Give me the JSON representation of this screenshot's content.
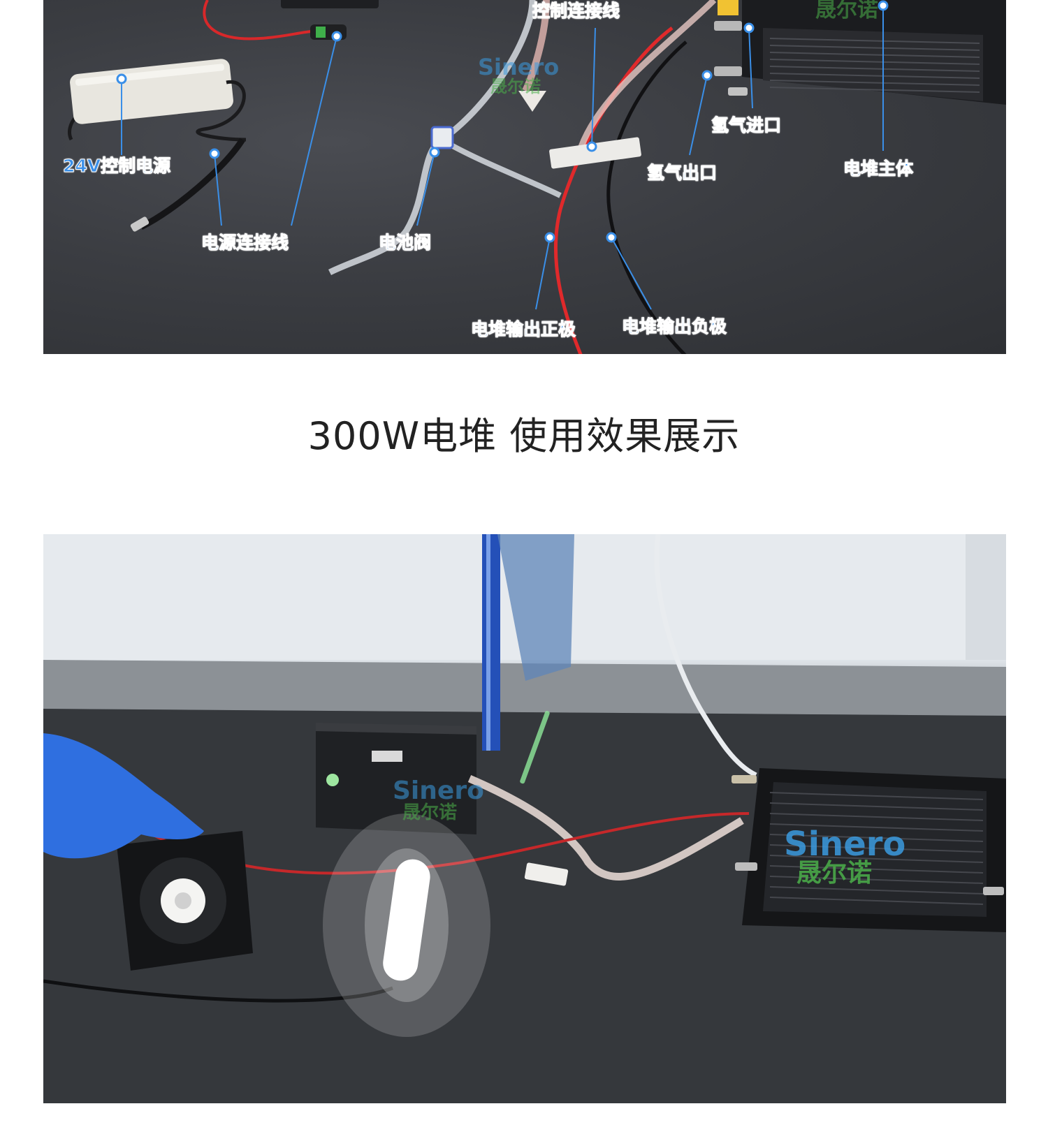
{
  "photo1": {
    "callouts": {
      "control_cable": "控制连接线",
      "control_power": "24V控制电源",
      "power_cable": "电源连接线",
      "battery_valve": "电池阀",
      "hydrogen_inlet": "氢气进口",
      "hydrogen_outlet": "氢气出口",
      "stack_body": "电堆主体",
      "stack_positive": "电堆输出正极",
      "stack_negative": "电堆输出负极"
    },
    "watermark_en": "Sinero",
    "watermark_cn": "晟尔诺"
  },
  "section_title": "300W电堆 使用效果展示",
  "photo2": {
    "watermark_en": "Sinero",
    "watermark_cn": "晟尔诺"
  },
  "colors": {
    "callout": "#3a8fe8",
    "watermark_en": "#3b9be0",
    "watermark_cn": "#4bb04a",
    "title": "#222222"
  }
}
